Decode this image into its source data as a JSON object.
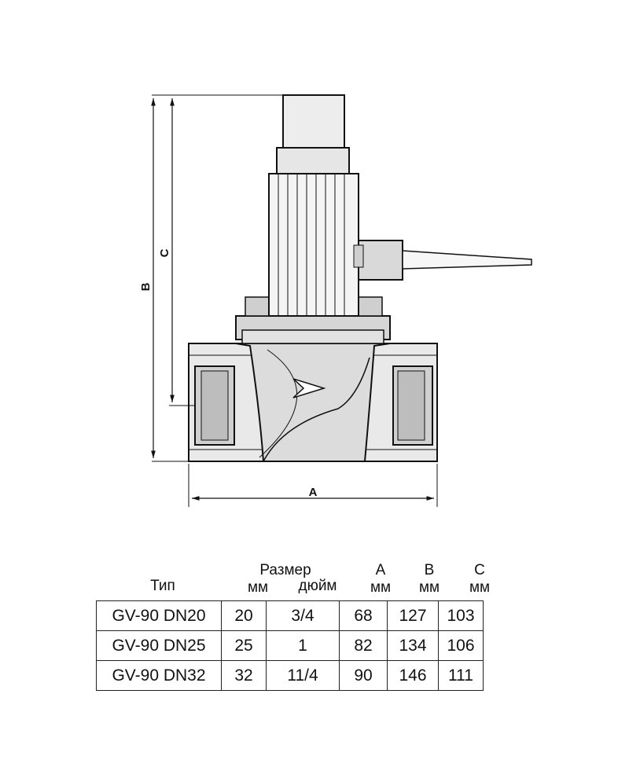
{
  "drawing": {
    "dim_a": "A",
    "dim_b": "B",
    "dim_c": "C"
  },
  "table": {
    "header": {
      "type": "Тип",
      "size": "Размер",
      "mm": "мм",
      "inch": "дюйм",
      "a": "A",
      "b": "B",
      "c": "C",
      "a_unit": "мм",
      "b_unit": "мм",
      "c_unit": "мм"
    },
    "rows": [
      {
        "type": "GV-90 DN20",
        "mm": "20",
        "inch": "3/4",
        "a": "68",
        "b": "127",
        "c": "103"
      },
      {
        "type": "GV-90 DN25",
        "mm": "25",
        "inch": "1",
        "a": "82",
        "b": "134",
        "c": "106"
      },
      {
        "type": "GV-90 DN32",
        "mm": "32",
        "inch": "11/4",
        "a": "90",
        "b": "146",
        "c": "111"
      }
    ]
  }
}
